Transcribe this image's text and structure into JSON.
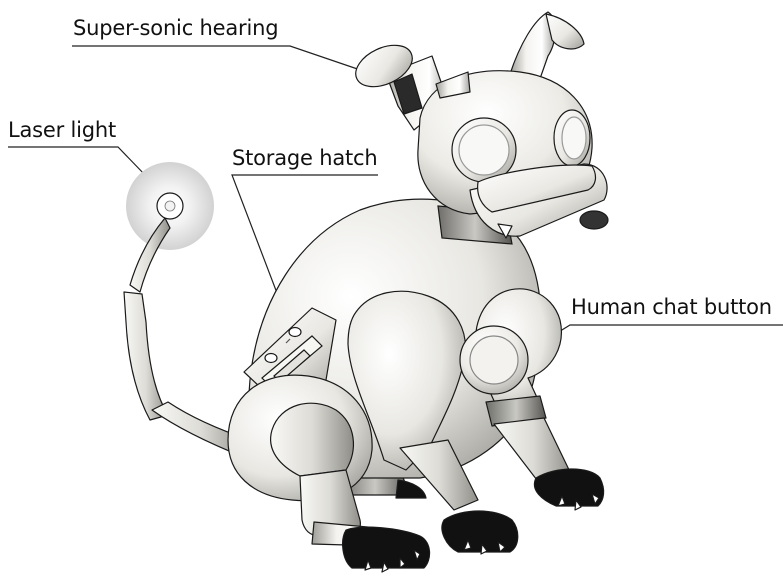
{
  "labels": {
    "super_sonic_hearing": "Super-sonic hearing",
    "laser_light": "Laser light",
    "storage_hatch": "Storage hatch",
    "human_chat_button": "Human chat button"
  },
  "colors": {
    "body_light": "#ffffff",
    "body_mid": "#e6e5e0",
    "body_dark": "#a9a8a3",
    "outline": "#1a1a1a",
    "paw_black": "#111111",
    "laser_glow": "#d7d7d7"
  }
}
